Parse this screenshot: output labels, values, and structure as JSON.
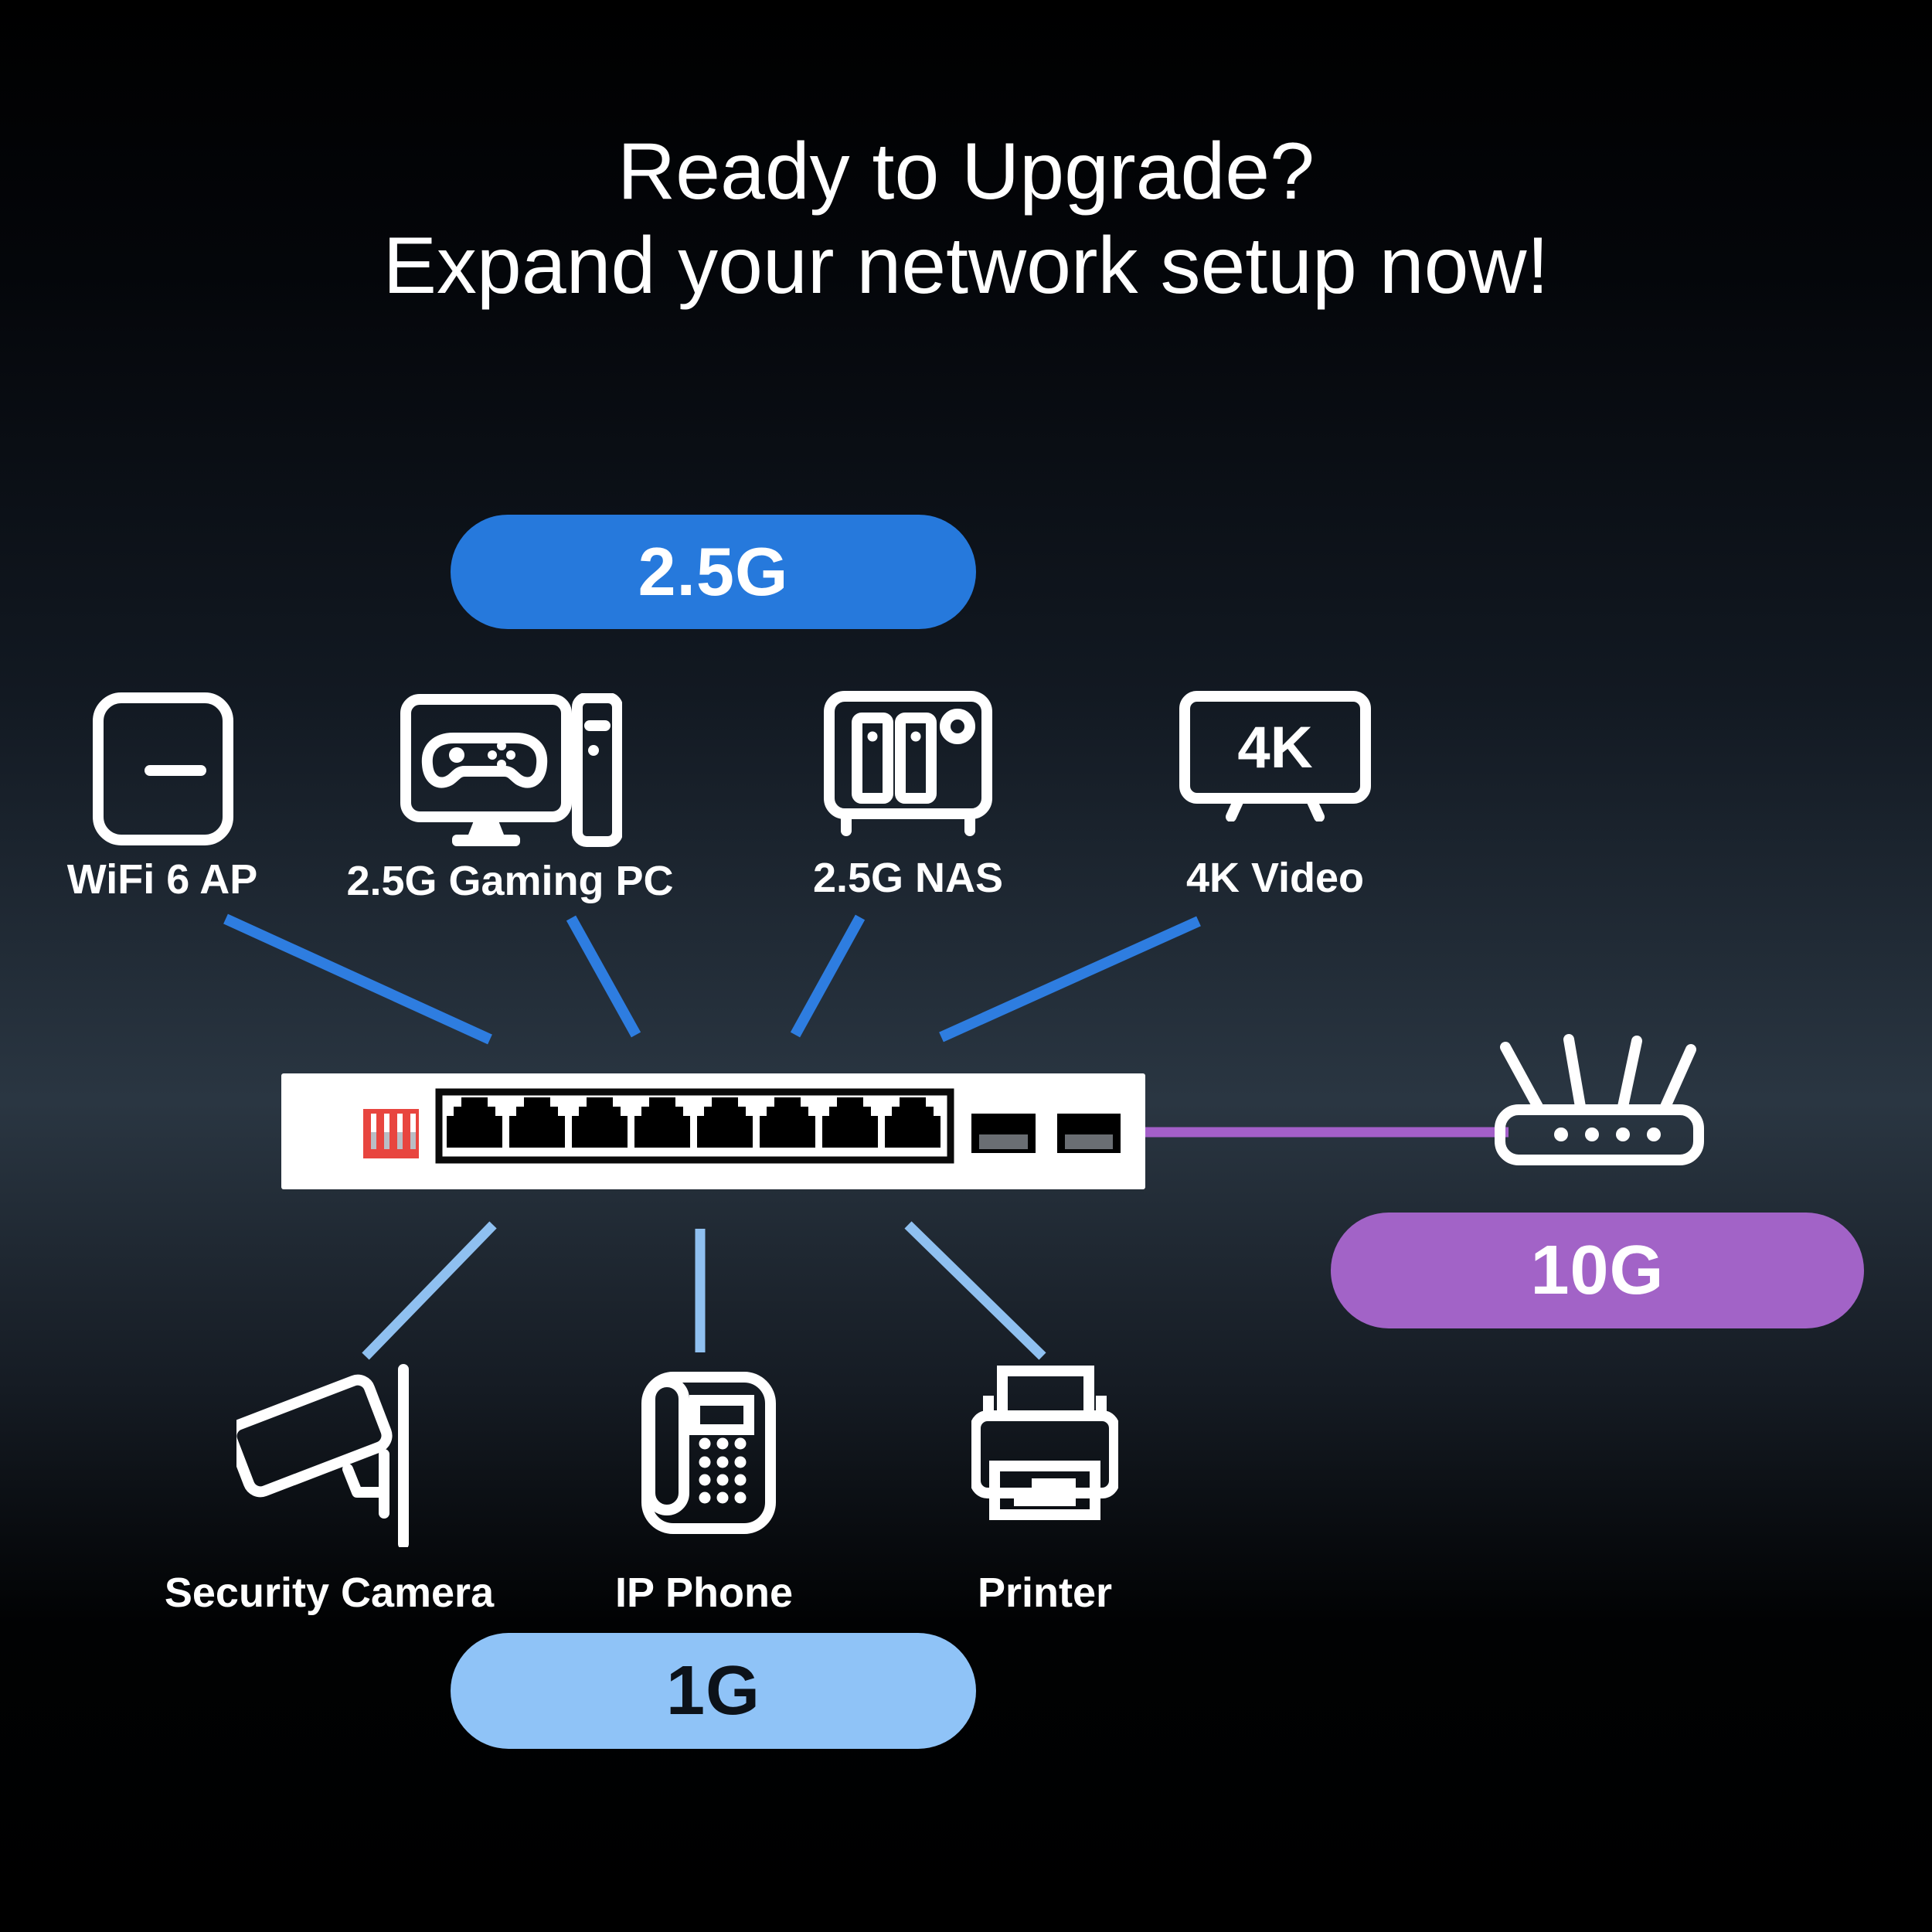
{
  "title": {
    "line1": "Ready to Upgrade?",
    "line2": "Expand your network setup now!"
  },
  "group_25g": {
    "badge_label": "2.5G",
    "badge_color": "#2679dc",
    "line_color": "#2e7de0",
    "devices": [
      {
        "label": "WiFi 6 AP",
        "icon": "wifi-6-ap-icon"
      },
      {
        "label": "2.5G Gaming PC",
        "icon": "gaming-pc-icon"
      },
      {
        "label": "2.5G NAS",
        "icon": "nas-icon"
      },
      {
        "label": "4K Video",
        "icon": "tv-4k-icon",
        "screen_text": "4K"
      }
    ]
  },
  "group_1g": {
    "badge_label": "1G",
    "badge_color": "#8fc3f7",
    "badge_text_color": "#0c1219",
    "line_color": "#8fc0f0",
    "devices": [
      {
        "label": "Security Camera",
        "icon": "security-camera-icon"
      },
      {
        "label": "IP Phone",
        "icon": "ip-phone-icon"
      },
      {
        "label": "Printer",
        "icon": "printer-icon"
      }
    ]
  },
  "uplink_10g": {
    "badge_label": "10G",
    "badge_color": "#a263c7",
    "cable_color": "#a35fc9",
    "device_icon": "router-icon"
  },
  "switch": {
    "rj45_port_count": 8,
    "sfp_port_count": 2,
    "body_color": "#ffffff",
    "dip_switch_color": "#e8453f"
  }
}
